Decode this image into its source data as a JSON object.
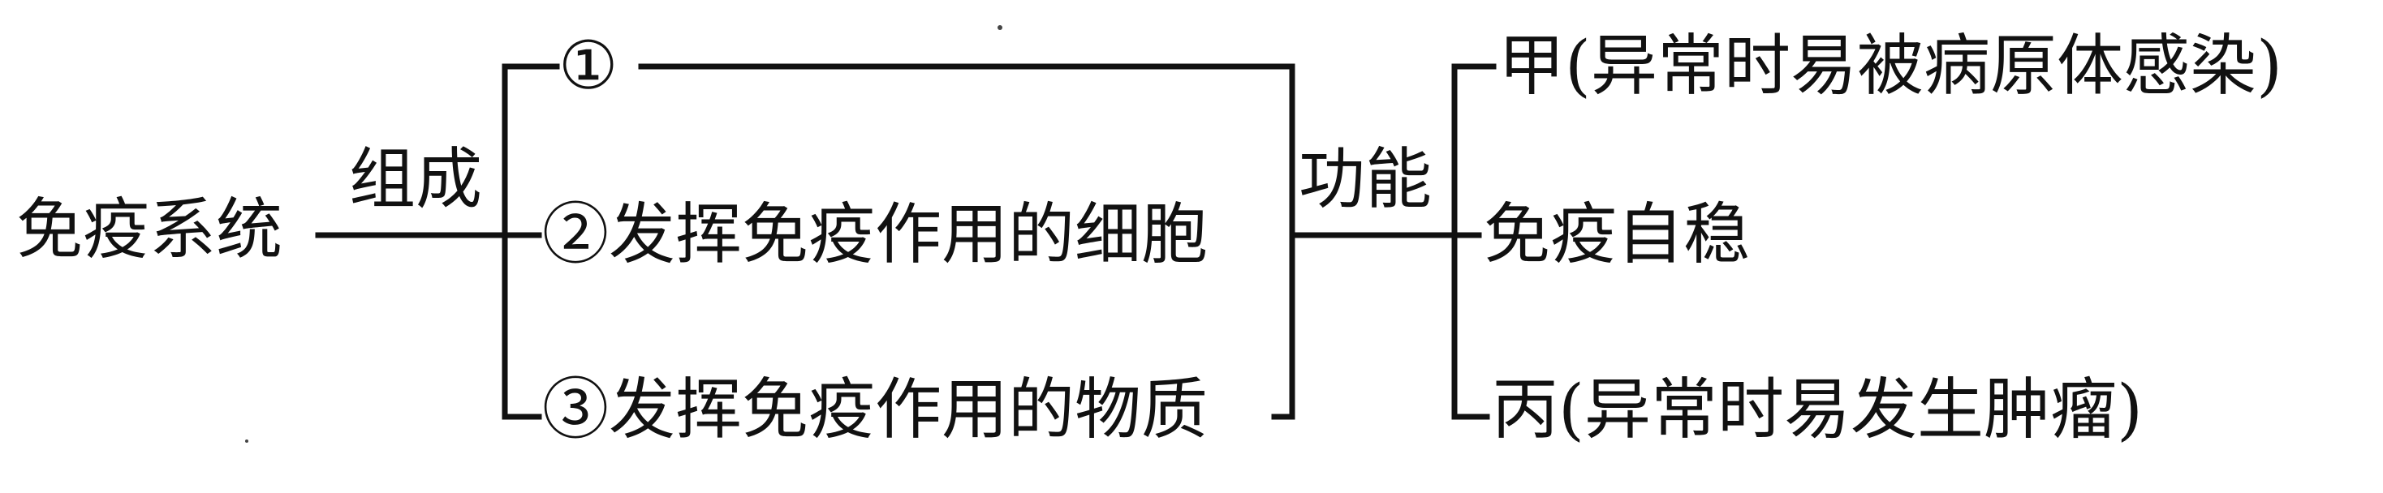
{
  "root": {
    "label": "免疫系统"
  },
  "left_edge": {
    "label": "组成"
  },
  "components": [
    {
      "label": "①"
    },
    {
      "label": "②发挥免疫作用的细胞"
    },
    {
      "label": "③发挥免疫作用的物质"
    }
  ],
  "right_edge": {
    "label": "功能"
  },
  "functions": [
    {
      "label": "甲(异常时易被病原体感染)"
    },
    {
      "label": "免疫自稳"
    },
    {
      "label": "丙(异常时易发生肿瘤)"
    }
  ],
  "colors": {
    "line": "#111111",
    "text": "#111111",
    "background": "#ffffff"
  }
}
